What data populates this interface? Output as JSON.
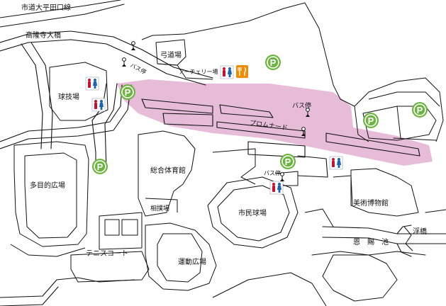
{
  "labels": {
    "city_road": "市道大平田口線",
    "kouryuji": "高隆寺大橋",
    "archery_range": "弓道場",
    "archery_field": "アーチェリー場",
    "bus_stop_nw": "バス停",
    "ball_field": "球技場",
    "bus_stop_ne": "バス停",
    "promenade": "プロムナード",
    "multi_purpose": "多目的広場",
    "general_gym": "総合体育館",
    "bus_stop_c": "バス停",
    "sumo_ring": "相撲場",
    "city_stadium": "市民球場",
    "art_museum": "美術博物館",
    "ukibashi": "浮橋",
    "kenka_pond": "恩　賜　池",
    "tennis_court": "テニスコート",
    "sports_plaza": "運動広場"
  },
  "icons": {
    "parking_text": "P",
    "parking_color": "#6cb33f",
    "restroom_male_color": "#c8102e",
    "restroom_female_color": "#1e63b0",
    "restaurant_color": "#f08c00",
    "promenade_color": "#e6bcd9"
  }
}
